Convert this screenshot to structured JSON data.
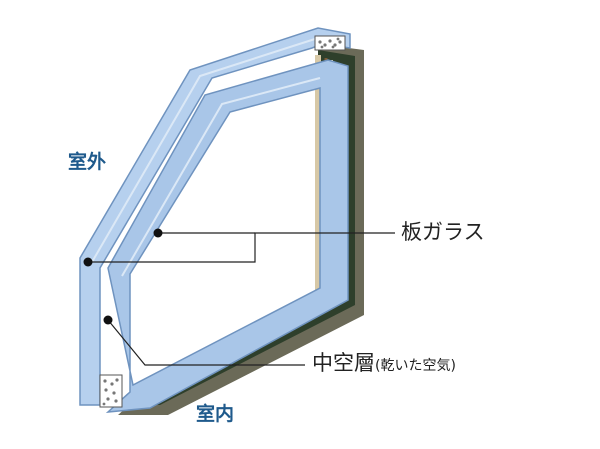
{
  "labels": {
    "outdoor": "室外",
    "indoor": "室内",
    "plate_glass": "板ガラス",
    "air_layer": "中空層",
    "air_layer_note": "(乾いた空気)"
  },
  "colors": {
    "glass_fill": "#a9c6e8",
    "glass_edge": "#6f93bf",
    "frame_dark": "#2e3f2b",
    "frame_shadow": "#6b6a58",
    "spacer_tan": "#d7c8a6",
    "spacer_brown": "#7b5a35",
    "side_label": "#1f5a8c",
    "leader_line": "#222222"
  }
}
